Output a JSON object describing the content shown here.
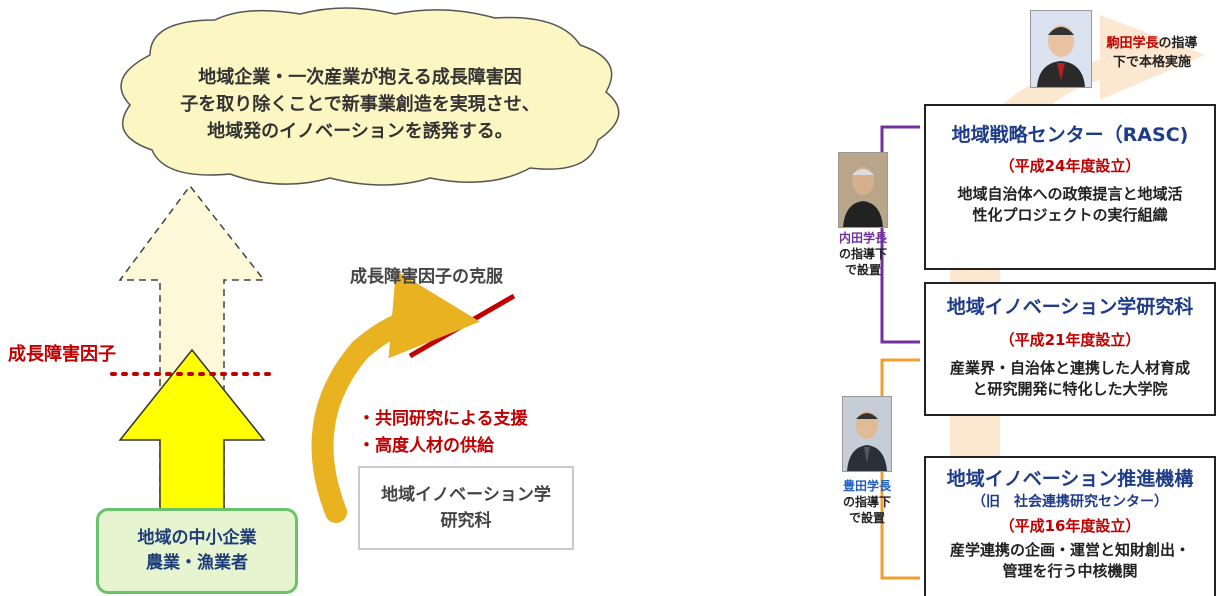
{
  "left_panel": {
    "cloud_text": [
      "地域企業・一次産業が抱える成長障害因",
      "子を取り除くことで新事業創造を実現させ、",
      "地域発のイノベーションを誘発する。"
    ],
    "growth_barrier_label": "成長障害因子",
    "overcome_label": "成長障害因子の克服",
    "support_lines": [
      "・共同研究による支援",
      "・高度人材の供給"
    ],
    "graduate_school_box": [
      "地域イノベーション学",
      "研究科"
    ],
    "sme_box": [
      "地域の中小企業",
      "農業・漁業者"
    ]
  },
  "right_panel": {
    "komada_note": [
      "駒田学長の指導",
      "下で本格実施"
    ],
    "uchida_note": [
      "内田学長",
      "の指導下",
      "で設置"
    ],
    "toyoda_note": [
      "豊田学長",
      "の指導下",
      "で設置"
    ],
    "rasc": {
      "title": "地域戦略センター（RASC)",
      "year": "（平成24年度設立）",
      "desc": [
        "地域自治体への政策提言と地域活",
        "性化プロジェクトの実行組織"
      ]
    },
    "grad_school": {
      "title": "地域イノベーション学研究科",
      "year": "（平成21年度設立）",
      "desc": [
        "産業界・自治体と連携した人材育成",
        "と研究開発に特化した大学院"
      ]
    },
    "promotion": {
      "title": "地域イノベーション推進機構",
      "sub": "（旧　社会連携研究センター）",
      "year": "（平成16年度設立）",
      "desc": [
        "産学連携の企画・運営と知財創出・",
        "管理を行う中核機関"
      ]
    }
  },
  "colors": {
    "arrow_yellow": "#ffff00",
    "cloud_fill": "#fbf6c2",
    "red_accent": "#c00000",
    "navy_text": "#1f3c88",
    "purple_bracket": "#7030a0",
    "orange_bracket": "#f0a030",
    "green_border": "#6cc26a",
    "peach_arrow": "#fbe1c6"
  }
}
